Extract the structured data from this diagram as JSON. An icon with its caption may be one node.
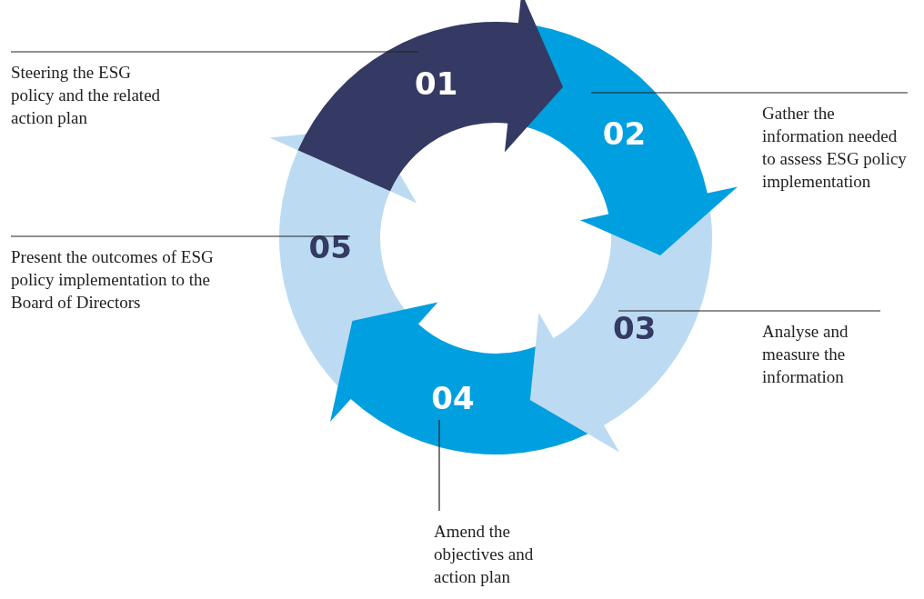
{
  "diagram": {
    "nodes": [
      {
        "text": [
          "01"
        ]
      },
      {
        "text": [
          "02"
        ]
      },
      {
        "text": [
          "03"
        ]
      },
      {
        "text": [
          "04"
        ]
      },
      {
        "text": [
          "05"
        ]
      },
      {
        "text": [
          "Steering the ESG policy and the related action plan"
        ]
      },
      {
        "text": [
          "Gather the information needed to assess ESG policy implementation"
        ]
      },
      {
        "text": [
          "Analyse and measure the information"
        ]
      },
      {
        "text": [
          "Amend the objectives and action plan"
        ]
      },
      {
        "text": [
          "Present the outcomes of ESG policy implementation to the Board of Directors"
        ]
      }
    ],
    "edges": [
      {
        "from": 5,
        "to": 0,
        "arrow": "none"
      },
      {
        "from": 6,
        "to": 1,
        "arrow": "none"
      },
      {
        "from": 7,
        "to": 2,
        "arrow": "none"
      },
      {
        "from": 8,
        "to": 3,
        "arrow": "none"
      },
      {
        "from": 9,
        "to": 4,
        "arrow": "none"
      }
    ]
  }
}
